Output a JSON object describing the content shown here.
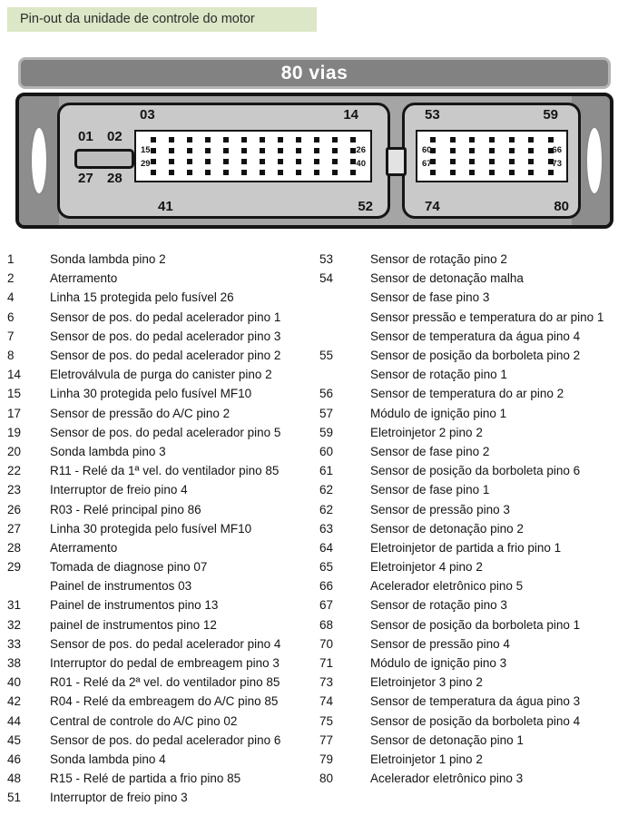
{
  "page": {
    "title": "Pin-out da unidade de controle do motor"
  },
  "diagram": {
    "header_label": "80 vias",
    "connector_a": {
      "labels": {
        "top_left": "03",
        "top_right": "14",
        "bottom_left": "41",
        "bottom_right": "52"
      },
      "tab_labels": {
        "top": [
          "01",
          "02"
        ],
        "bottom": [
          "27",
          "28"
        ]
      },
      "inner_labels": {
        "row2_left": "15",
        "row2_right": "26",
        "row3_left": "29",
        "row3_right": "40"
      },
      "pin_rows": 4,
      "pin_cols": 12
    },
    "connector_b": {
      "labels": {
        "top_left": "53",
        "top_right": "59",
        "bottom_left": "74",
        "bottom_right": "80"
      },
      "inner_labels": {
        "row2_left": "60",
        "row2_right": "66",
        "row3_left": "67",
        "row3_right": "73"
      },
      "pin_rows": 4,
      "pin_cols": 7
    }
  },
  "colors": {
    "title_bg": "#dbe7c6",
    "band_bg": "#828282",
    "band_border": "#b4b4b4",
    "band_text": "#ffffff",
    "box_bg": "#a5a5a5",
    "ear_bg": "#8d8d8d",
    "housing_bg": "#c9c9c9",
    "notch_bg": "#bdbdbd",
    "pinfield_bg": "#ffffff",
    "pin": "#111111",
    "outline": "#151515",
    "text": "#1a1a1a"
  },
  "pin_list": {
    "left": [
      {
        "pin": "1",
        "desc": "Sonda lambda pino 2"
      },
      {
        "pin": "2",
        "desc": "Aterramento"
      },
      {
        "pin": "4",
        "desc": "Linha 15 protegida pelo fusível 26"
      },
      {
        "pin": "6",
        "desc": "Sensor de pos. do pedal acelerador pino 1"
      },
      {
        "pin": "7",
        "desc": "Sensor de pos. do pedal acelerador pino 3"
      },
      {
        "pin": "8",
        "desc": "Sensor de pos. do pedal acelerador pino 2"
      },
      {
        "pin": "14",
        "desc": "Eletroválvula de purga do canister pino 2"
      },
      {
        "pin": "15",
        "desc": "Linha 30 protegida pelo fusível MF10"
      },
      {
        "pin": "17",
        "desc": "Sensor de pressão do A/C pino 2"
      },
      {
        "pin": "19",
        "desc": "Sensor de pos. do pedal acelerador pino 5"
      },
      {
        "pin": "20",
        "desc": "Sonda lambda pino 3"
      },
      {
        "pin": "22",
        "desc": "R11 - Relé da 1ª vel. do ventilador pino 85"
      },
      {
        "pin": "23",
        "desc": "Interruptor de freio pino 4"
      },
      {
        "pin": "26",
        "desc": "R03 - Relé principal pino 86"
      },
      {
        "pin": "27",
        "desc": "Linha 30 protegida pelo fusível MF10"
      },
      {
        "pin": "28",
        "desc": "Aterramento"
      },
      {
        "pin": "29",
        "desc": "Tomada de diagnose pino 07"
      },
      {
        "pin": "",
        "desc": "Painel de instrumentos 03"
      },
      {
        "pin": "31",
        "desc": "Painel de instrumentos pino 13"
      },
      {
        "pin": "32",
        "desc": "painel de instrumentos pino 12"
      },
      {
        "pin": "33",
        "desc": "Sensor de pos. do pedal acelerador pino 4"
      },
      {
        "pin": "38",
        "desc": "Interruptor do pedal de embreagem pino 3"
      },
      {
        "pin": "40",
        "desc": "R01 - Relé da 2ª vel. do ventilador pino 85"
      },
      {
        "pin": "42",
        "desc": "R04 - Relé da embreagem do A/C pino 85"
      },
      {
        "pin": "44",
        "desc": "Central de controle do A/C pino 02"
      },
      {
        "pin": "45",
        "desc": "Sensor de pos. do pedal acelerador pino 6"
      },
      {
        "pin": "46",
        "desc": "Sonda lambda pino 4"
      },
      {
        "pin": "48",
        "desc": "R15 - Relé de partida a frio pino 85"
      },
      {
        "pin": "51",
        "desc": "Interruptor de freio pino 3"
      }
    ],
    "right": [
      {
        "pin": "53",
        "desc": "Sensor de rotação pino 2"
      },
      {
        "pin": "54",
        "desc": "Sensor de detonação malha"
      },
      {
        "pin": "",
        "desc": "Sensor de fase pino 3"
      },
      {
        "pin": "",
        "desc": "Sensor pressão e temperatura do ar pino 1"
      },
      {
        "pin": "",
        "desc": "Sensor de temperatura da água pino 4"
      },
      {
        "pin": "55",
        "desc": "Sensor de posição da borboleta pino 2"
      },
      {
        "pin": "",
        "desc": "Sensor de rotação pino 1"
      },
      {
        "pin": "56",
        "desc": "Sensor de temperatura do ar pino 2"
      },
      {
        "pin": "57",
        "desc": "Módulo de ignição pino 1"
      },
      {
        "pin": "59",
        "desc": "Eletroinjetor 2 pino 2"
      },
      {
        "pin": "60",
        "desc": "Sensor de fase pino 2"
      },
      {
        "pin": "61",
        "desc": "Sensor de posição da borboleta pino 6"
      },
      {
        "pin": "62",
        "desc": "Sensor de fase pino 1"
      },
      {
        "pin": "62",
        "desc": "Sensor de pressão pino 3"
      },
      {
        "pin": "63",
        "desc": "Sensor de detonação pino 2"
      },
      {
        "pin": "64",
        "desc": "Eletroinjetor de partida a frio pino 1"
      },
      {
        "pin": "65",
        "desc": "Eletroinjetor 4 pino 2"
      },
      {
        "pin": "66",
        "desc": "Acelerador eletrônico pino 5"
      },
      {
        "pin": "67",
        "desc": "Sensor de rotação pino 3"
      },
      {
        "pin": "68",
        "desc": "Sensor de posição da borboleta pino 1"
      },
      {
        "pin": "70",
        "desc": "Sensor de pressão pino 4"
      },
      {
        "pin": "71",
        "desc": "Módulo de ignição pino 3"
      },
      {
        "pin": "73",
        "desc": "Eletroinjetor 3 pino 2"
      },
      {
        "pin": "74",
        "desc": "Sensor de temperatura da água pino 3"
      },
      {
        "pin": "75",
        "desc": "Sensor de posição da borboleta pino 4"
      },
      {
        "pin": "77",
        "desc": "Sensor de detonação pino 1"
      },
      {
        "pin": "79",
        "desc": "Eletroinjetor 1 pino 2"
      },
      {
        "pin": "80",
        "desc": "Acelerador eletrônico pino 3"
      }
    ]
  }
}
